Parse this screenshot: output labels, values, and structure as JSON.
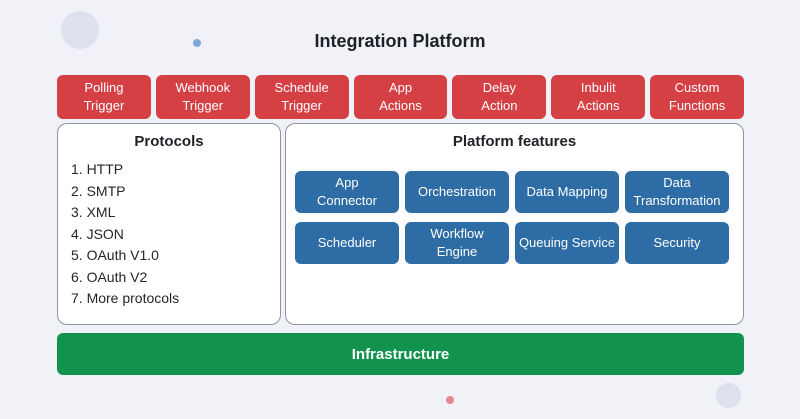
{
  "title": "Integration Platform",
  "colors": {
    "background": "#f0f2f8",
    "trigger_red": "#d54044",
    "feature_blue": "#2d6ca4",
    "infrastructure_green": "#12934d",
    "decor_circle_gray": "#dce1ed",
    "decor_dot_blue": "#7ea9da",
    "decor_dot_pink": "#e9868e"
  },
  "triggers": [
    "Polling\nTrigger",
    "Webhook\nTrigger",
    "Schedule\nTrigger",
    "App\nActions",
    "Delay\nAction",
    "Inbulit\nActions",
    "Custom\nFunctions"
  ],
  "protocols": {
    "title": "Protocols",
    "items": [
      "1. HTTP",
      "2. SMTP",
      "3. XML",
      "4. JSON",
      "5. OAuth V1.0",
      "6. OAuth V2",
      "7. More protocols"
    ]
  },
  "platform_features": {
    "title": "Platform features",
    "items": [
      "App\nConnector",
      "Orchestration",
      "Data Mapping",
      "Data\nTransformation",
      "Scheduler",
      "Workflow\nEngine",
      "Queuing Service",
      "Security"
    ]
  },
  "infrastructure": {
    "label": "Infrastructure"
  }
}
